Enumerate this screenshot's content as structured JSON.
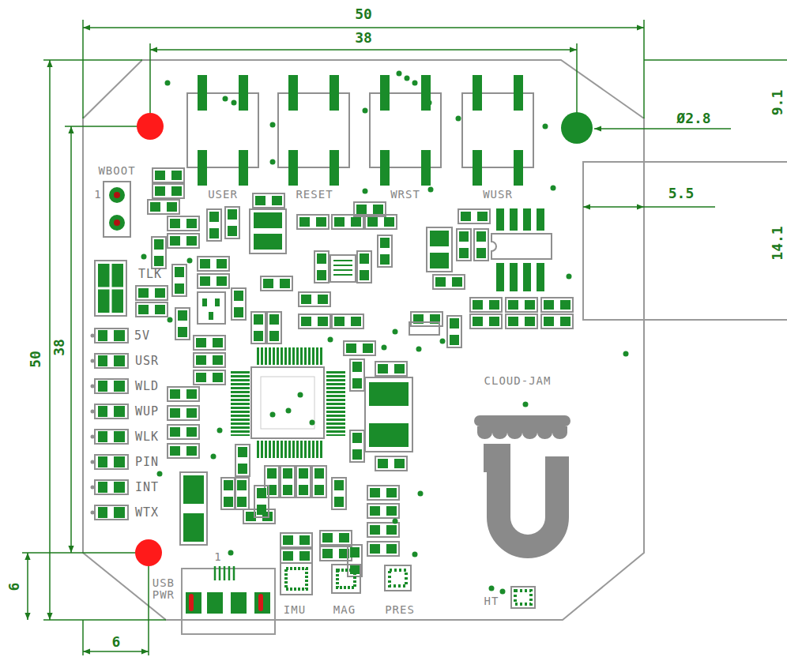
{
  "diagram": {
    "labels": [
      "50",
      "38",
      "9.1",
      "Ø2.8",
      "5.5",
      "14.1",
      "50",
      "38",
      "6",
      "6",
      "WBOOT",
      "1",
      "USER",
      "RESET",
      "WRST",
      "WUSR",
      "TLK",
      "5V",
      "USR",
      "WLD",
      "WUP",
      "WLK",
      "PIN",
      "INT",
      "WTX",
      "CLOUD-JAM",
      "1",
      "USB PWR",
      "IMU",
      "MAG",
      "PRES",
      "HT"
    ]
  }
}
